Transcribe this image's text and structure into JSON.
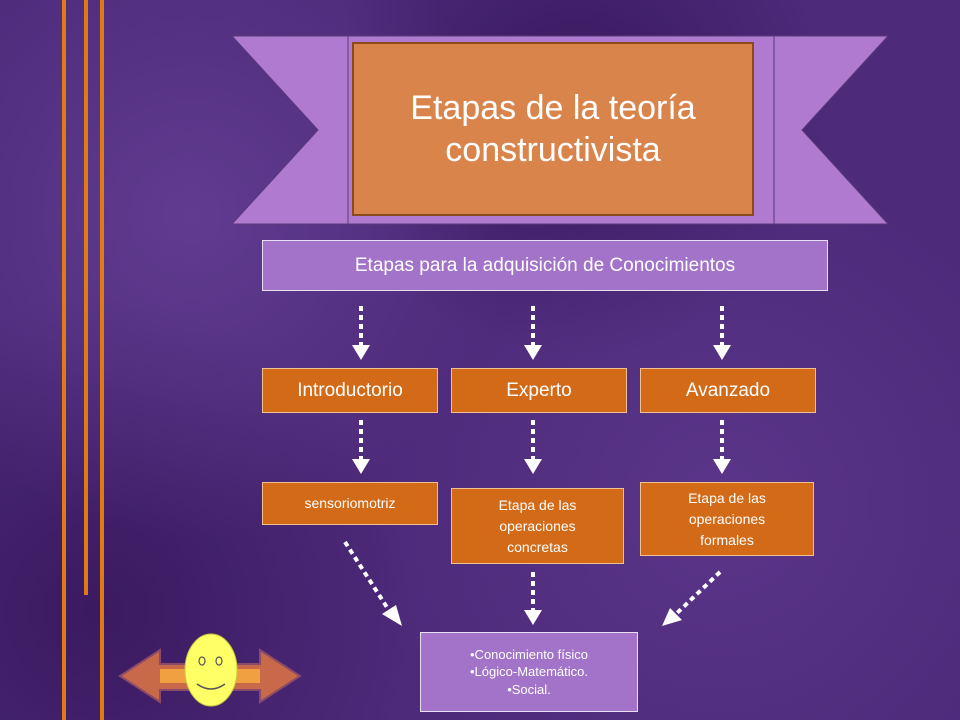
{
  "title": "Etapas de la teoría constructivista",
  "main_box": "Etapas para la adquisición de Conocimientos",
  "stages": [
    "Introductorio",
    "Experto",
    "Avanzado"
  ],
  "sub_stages": [
    "sensoriomotriz",
    "Etapa de las operaciones concretas",
    "Etapa de las operaciones formales"
  ],
  "result_items": [
    "•Conocimiento físico",
    "•Lógico-Matemático.",
    "•Social."
  ],
  "colors": {
    "background": "#4d2a7a",
    "banner": "#b07ad0",
    "title_box": "#d9844a",
    "stage_box": "#d26a18",
    "purple_box": "#a273c8",
    "stripe": "#e07a14",
    "smiley": "#ffff66"
  },
  "icons": [
    "back-arrow-icon",
    "smiley-icon",
    "forward-arrow-icon"
  ]
}
